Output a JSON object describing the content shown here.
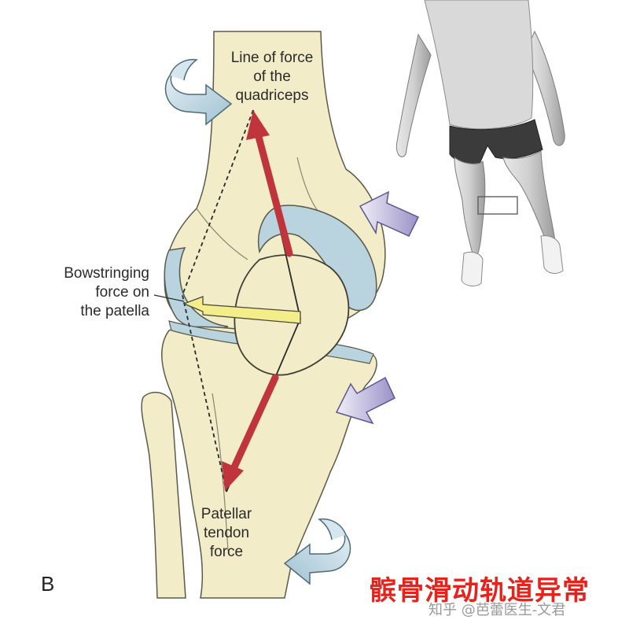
{
  "labels": {
    "quadriceps": [
      "Line of force",
      "of the",
      "quadriceps"
    ],
    "bowstringing": [
      "Bowstringing",
      "force on",
      "the patella"
    ],
    "patellar_tendon": [
      "Patellar",
      "tendon",
      "force"
    ],
    "panel_letter": "B"
  },
  "caption": "髌骨滑动轨道异常",
  "watermark": "知乎 @芭蕾医生-文君",
  "colors": {
    "bone": "#f3ecc9",
    "bone_outline": "#5a5a4a",
    "cartilage": "#b9d3df",
    "force_arrow": "#c0343c",
    "bowstring_arrow": "#f4ee8a",
    "rotation_arrow": "#c9dde7",
    "push_arrow": "#c9c2e3",
    "caption": "#e8221b"
  },
  "icons": [
    "rotation-arrow-icon",
    "push-arrow-icon",
    "runner-figure"
  ]
}
